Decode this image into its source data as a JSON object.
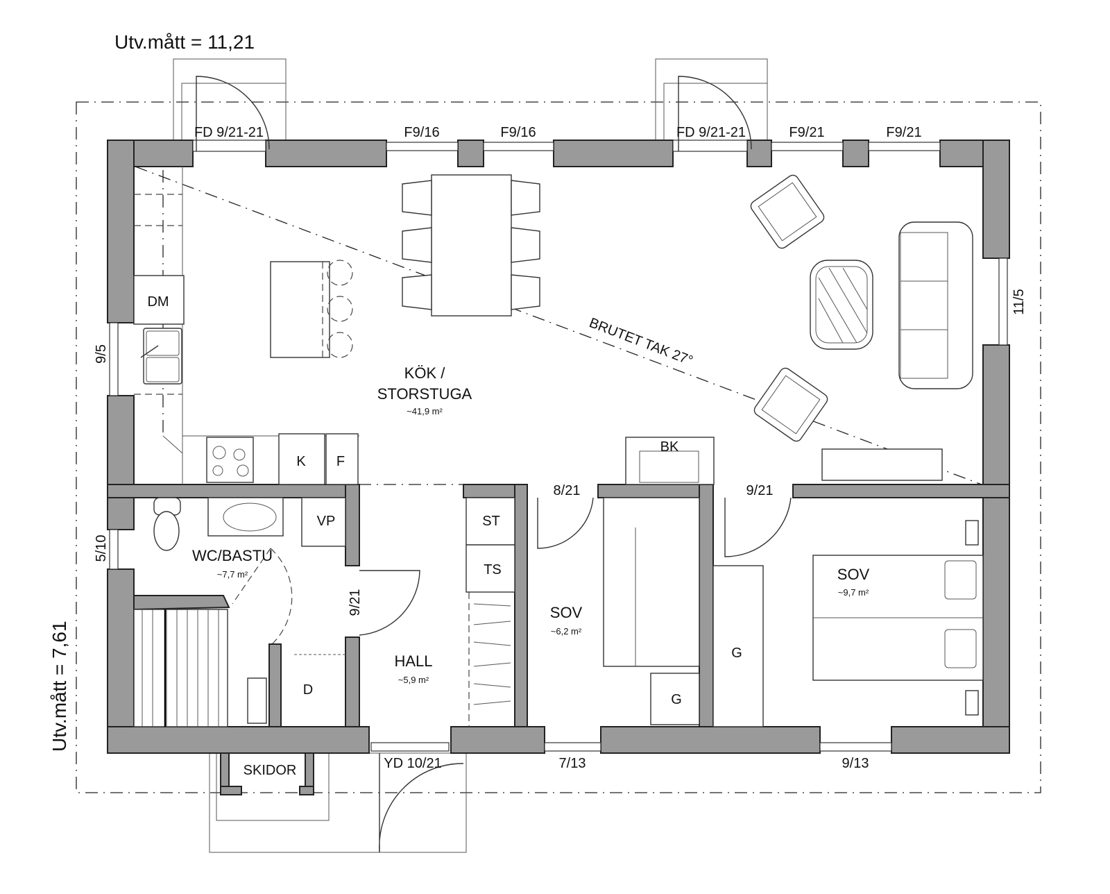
{
  "dimensions": {
    "width_label": "Utv.mått = 11,21",
    "depth_label": "Utv.mått = 7,61"
  },
  "openings": {
    "top_door_1": "FD 9/21-21",
    "top_win_1": "F9/16",
    "top_win_2": "F9/16",
    "top_door_2": "FD 9/21-21",
    "top_win_3": "F9/21",
    "top_win_4": "F9/21",
    "right_win": "11/5",
    "left_win_1": "9/5",
    "left_win_2": "5/10",
    "door_sov1": "8/21",
    "door_sov2": "9/21",
    "door_wc": "9/21",
    "entry_door": "YD 10/21",
    "bottom_win_1": "7/13",
    "bottom_win_2": "9/13"
  },
  "roof_note": "BRUTET TAK 27°",
  "rooms": {
    "kitchen": {
      "name_line1": "KÖK /",
      "name_line2": "STORSTUGA",
      "area": "~41,9 m²"
    },
    "wc": {
      "name": "WC/BASTU",
      "area": "~7,7 m²"
    },
    "hall": {
      "name": "HALL",
      "area": "~5,9 m²"
    },
    "sov1": {
      "name": "SOV",
      "area": "~6,2 m²"
    },
    "sov2": {
      "name": "SOV",
      "area": "~9,7 m²"
    }
  },
  "fixtures": {
    "dm": "DM",
    "k": "K",
    "f": "F",
    "bk": "BK",
    "vp": "VP",
    "st": "ST",
    "ts": "TS",
    "d": "D",
    "g1": "G",
    "g2": "G",
    "skidor": "SKIDOR"
  }
}
